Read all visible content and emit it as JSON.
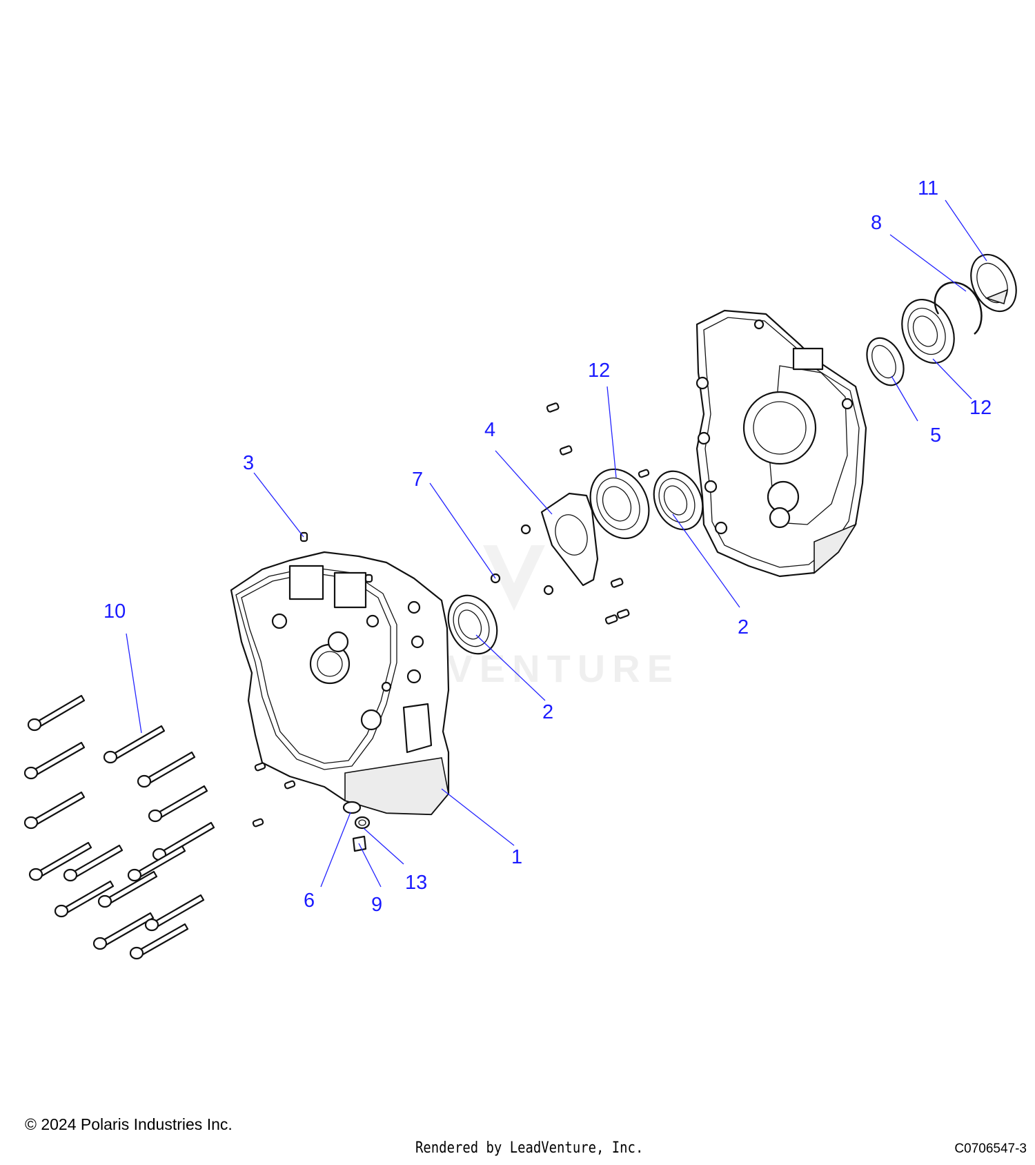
{
  "callouts": {
    "c1": "1",
    "c2a": "2",
    "c2b": "2",
    "c3": "3",
    "c4": "4",
    "c5": "5",
    "c6": "6",
    "c7": "7",
    "c8": "8",
    "c9": "9",
    "c10": "10",
    "c11": "11",
    "c12a": "12",
    "c12b": "12",
    "c13": "13"
  },
  "watermark": "LEADVENTURE",
  "footer": {
    "copyright": "© 2024 Polaris Industries Inc.",
    "rendered_by": "Rendered by LeadVenture, Inc.",
    "code": "C0706547-3"
  },
  "colors": {
    "callout": "#1a1aff",
    "line": "#111111"
  }
}
